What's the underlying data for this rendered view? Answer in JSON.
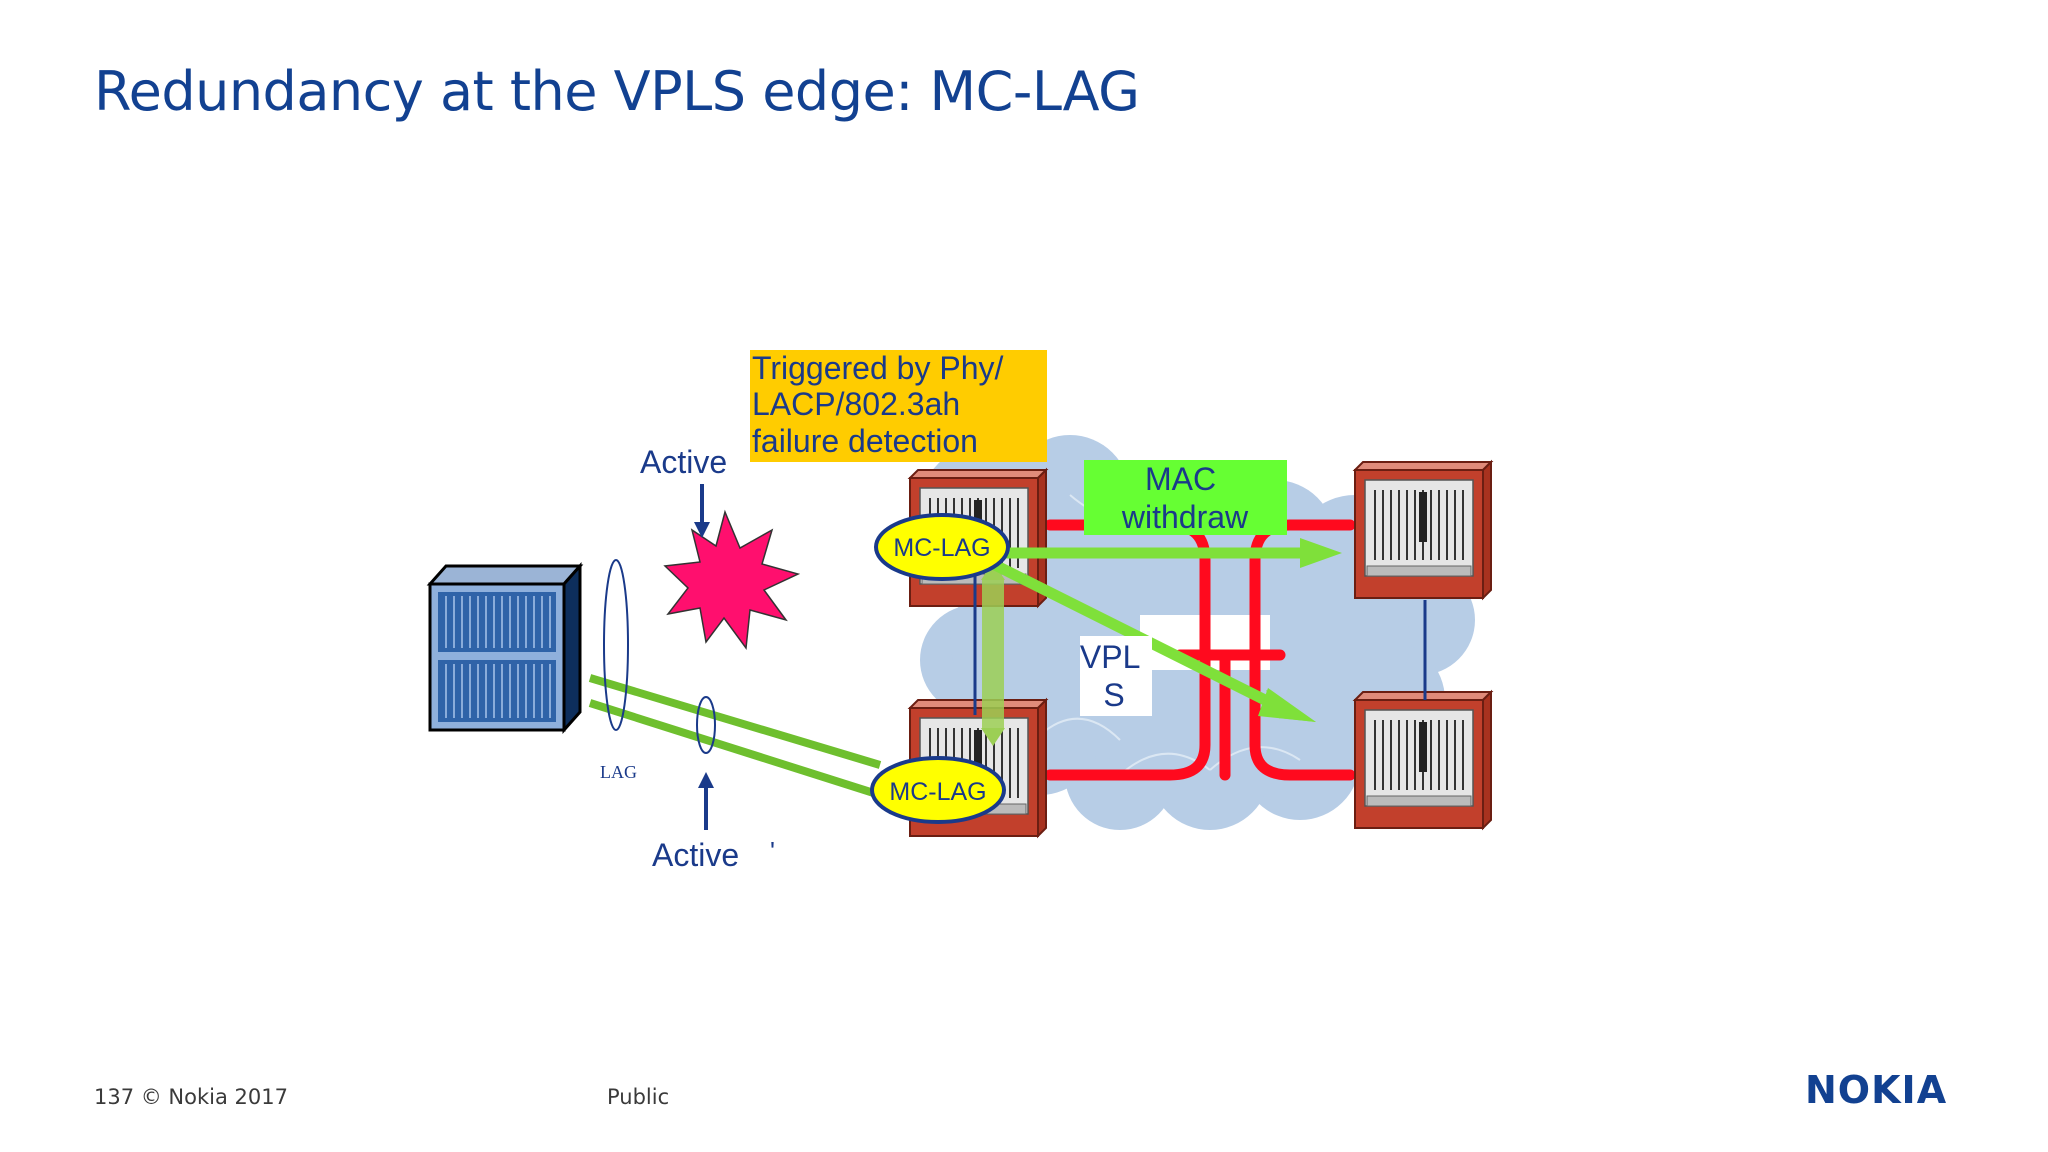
{
  "slide": {
    "title": "Redundancy at the VPLS edge: MC-LAG",
    "footer_page": "137  © Nokia 2017",
    "footer_classification": "Public",
    "brand_logo_text": "NOKIA"
  },
  "diagram": {
    "trigger_note": [
      "Triggered by Phy/",
      "LACP/802.3ah",
      "failure detection"
    ],
    "mac_withdraw": [
      "MAC",
      "withdraw"
    ],
    "active_top": "Active",
    "active_bottom": "Active",
    "stray_mark": "'",
    "lag_label": "LAG",
    "mclag_top": "MC-LAG",
    "mclag_bottom": "MC-LAG",
    "vpls_label": [
      "VPL",
      "S"
    ]
  },
  "colors": {
    "brand_blue": "#124191",
    "label_blue": "#1a3a8a",
    "cloud_fill": "#b7cde6",
    "pseudowire_red": "#ff0a1e",
    "arrow_green": "#7fe03a",
    "trigger_box": "#ffcc00",
    "mac_box": "#66ff33",
    "failure_burst": "#ff0f6e",
    "mclag_ellipse": "#ffff00",
    "router_red": "#c2402c"
  }
}
